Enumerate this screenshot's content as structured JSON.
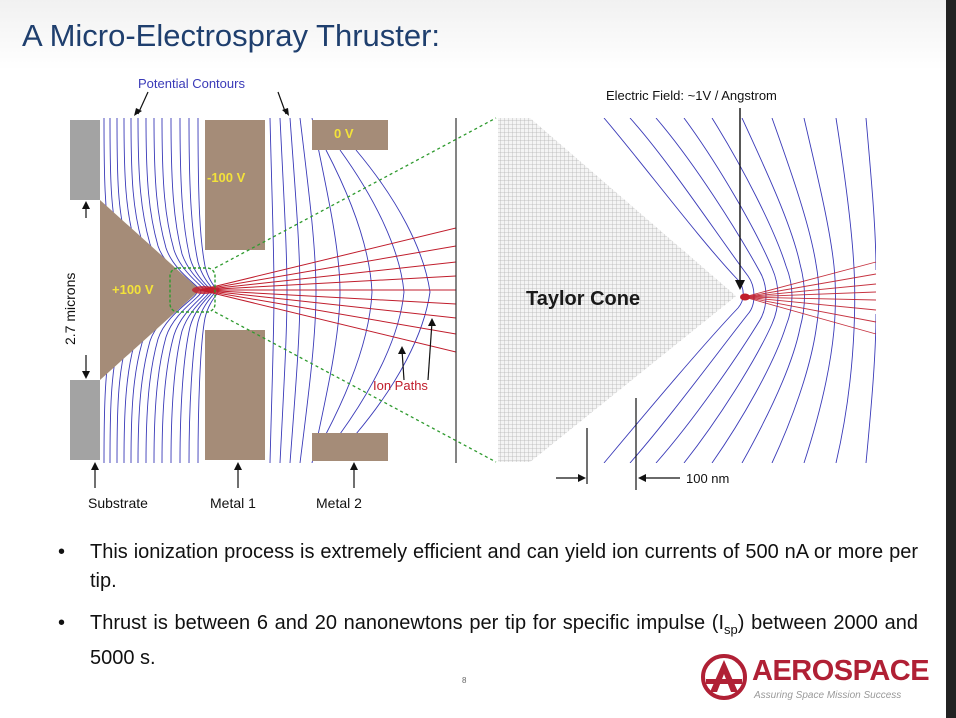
{
  "slide": {
    "title": "A Micro-Electrospray Thruster:",
    "slide_number": "8"
  },
  "diagram": {
    "left_panel": {
      "potential_contours_label": "Potential Contours",
      "ion_paths_label": "Ion Paths",
      "dimension_label": "2.7 microns",
      "voltage_zero": "0 V",
      "voltage_minus100": "-100 V",
      "voltage_plus100": "+100 V",
      "substrate_label": "Substrate",
      "metal1_label": "Metal 1",
      "metal2_label": "Metal 2"
    },
    "right_panel": {
      "electric_field_label": "Electric Field: ~1V / Angstrom",
      "taylor_cone_label": "Taylor Cone",
      "scale_label": "100 nm"
    }
  },
  "bullets": [
    "This ionization process is extremely efficient and can yield ion currents of 500 nA or more per tip.",
    {
      "pre": "Thrust is between 6 and 20 nanonewtons per tip for specific impulse (I",
      "sub": "sp",
      "post": ") between 2000 and 5000 s."
    }
  ],
  "logo": {
    "name": "AEROSPACE",
    "tagline": "Assuring Space Mission Success"
  },
  "colors": {
    "title": "#1f3f6e",
    "electrode": "#a58c78",
    "substrate": "#a3a3a3",
    "contours": "#3a3ab8",
    "ion_paths": "#c01d2c",
    "zoom_lines": "#2e9a2e",
    "brand": "#b02035"
  }
}
